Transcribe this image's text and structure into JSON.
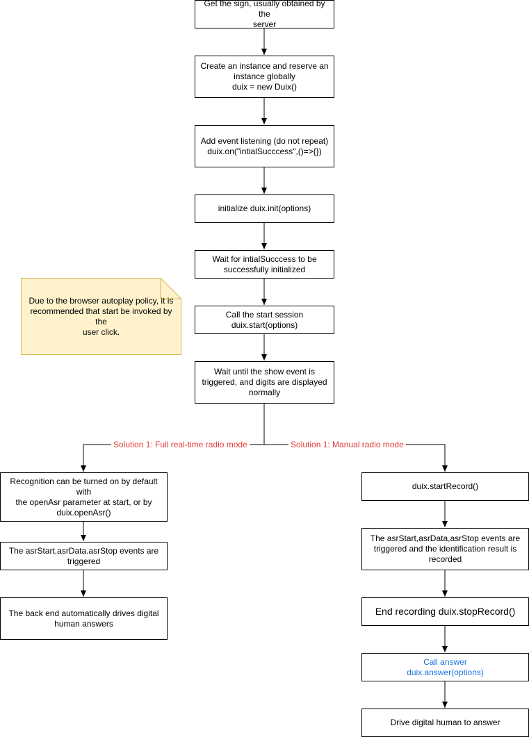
{
  "nodes": {
    "get_sign": [
      "Get the sign, usually obtained by the",
      "server"
    ],
    "create_instance": [
      "Create an instance and reserve an",
      "instance globally",
      "duix = new Duix()"
    ],
    "add_listener": [
      "Add event listening (do not repeat)",
      "duix.on(\"intialSucccess\",()=>{})"
    ],
    "init": [
      "initialize duix.init(options)"
    ],
    "wait_init": [
      "Wait for intialSucccess to be",
      "successfully initialized"
    ],
    "start_session": [
      "Call the start session",
      "duix.start(options)"
    ],
    "wait_show": [
      "Wait until the show event is",
      "triggered, and digits are displayed",
      "normally"
    ],
    "recognition_on": [
      "Recognition can be turned on by default with",
      "the openAsr parameter at start, or by",
      "duix.openAsr()"
    ],
    "asr_events_left": [
      "The asrStart,asrData.asrStop events are",
      "triggered"
    ],
    "backend_answers": [
      "The back end automatically drives digital",
      "human answers"
    ],
    "start_record": [
      "duix.startRecord()"
    ],
    "asr_events_right": [
      "The asrStart,asrData,asrStop events are",
      "triggered and the identification result is",
      "recorded"
    ],
    "stop_record": [
      "End recording duix.stopRecord()"
    ],
    "call_answer": [
      "Call answer",
      "duix.answer(options)"
    ],
    "drive_answer": [
      "Drive digital human to answer"
    ]
  },
  "note": [
    "Due to the browser autoplay policy, it is",
    "recommended that start be invoked by the",
    "user click."
  ],
  "edge_labels": {
    "left_branch": "Solution 1: Full real-time radio mode",
    "right_branch": "Solution 1: Manual radio mode"
  },
  "colors": {
    "note_fill": "#fff2cc",
    "note_stroke": "#d6b656",
    "branch_label": "#e23b3b",
    "answer_text": "#1a73e8"
  }
}
